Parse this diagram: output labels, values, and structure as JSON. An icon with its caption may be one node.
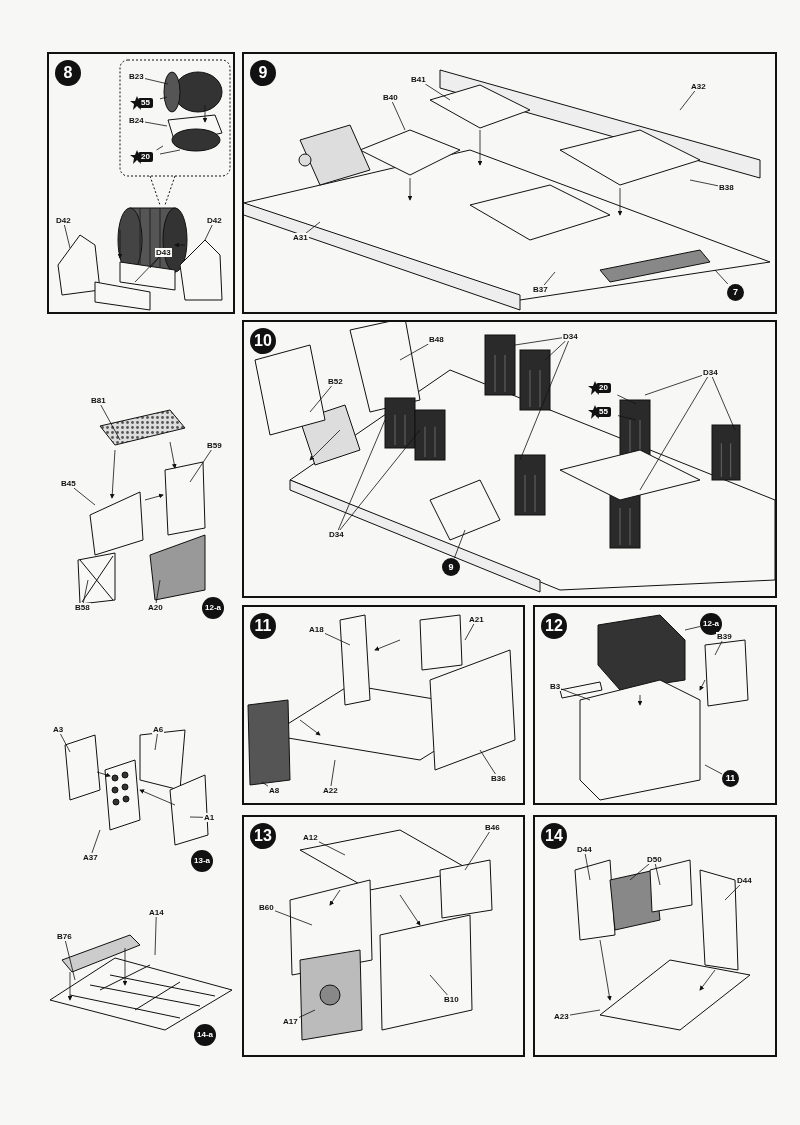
{
  "diagram": {
    "nodes": [
      {
        "text": [
          "8"
        ]
      },
      {
        "text": [
          "B23"
        ],
        "in": 0
      },
      {
        "text": [
          "55"
        ],
        "in": 0
      },
      {
        "text": [
          "B24"
        ],
        "in": 0
      },
      {
        "text": [
          "20"
        ],
        "in": 0
      },
      {
        "text": [
          "D42"
        ],
        "in": 0
      },
      {
        "text": [
          "D43"
        ],
        "in": 0
      },
      {
        "text": [
          "D42"
        ],
        "in": 0
      },
      {
        "text": [
          "9"
        ]
      },
      {
        "text": [
          "B41"
        ],
        "in": 8
      },
      {
        "text": [
          "B40"
        ],
        "in": 8
      },
      {
        "text": [
          "A32"
        ],
        "in": 8
      },
      {
        "text": [
          "A31"
        ],
        "in": 8
      },
      {
        "text": [
          "B38"
        ],
        "in": 8
      },
      {
        "text": [
          "B37"
        ],
        "in": 8
      },
      {
        "text": [
          "7"
        ],
        "in": 8
      },
      {
        "text": [
          "10"
        ]
      },
      {
        "text": [
          "B48"
        ],
        "in": 16
      },
      {
        "text": [
          "B52"
        ],
        "in": 16
      },
      {
        "text": [
          "D34"
        ],
        "in": 16
      },
      {
        "text": [
          "20"
        ],
        "in": 16
      },
      {
        "text": [
          "55"
        ],
        "in": 16
      },
      {
        "text": [
          "D34"
        ],
        "in": 16
      },
      {
        "text": [
          "D34"
        ],
        "in": 16
      },
      {
        "text": [
          "9"
        ],
        "in": 16
      },
      {
        "text": [
          "B81"
        ]
      },
      {
        "text": [
          "B59"
        ]
      },
      {
        "text": [
          "B45"
        ]
      },
      {
        "text": [
          "B58"
        ]
      },
      {
        "text": [
          "A20"
        ]
      },
      {
        "text": [
          "11"
        ]
      },
      {
        "text": [
          "A18"
        ],
        "in": 30
      },
      {
        "text": [
          "A21"
        ],
        "in": 30
      },
      {
        "text": [
          "A8"
        ],
        "in": 30
      },
      {
        "text": [
          "A22"
        ],
        "in": 30
      },
      {
        "text": [
          "B36"
        ],
        "in": 30
      },
      {
        "text": [
          "12"
        ]
      },
      {
        "text": [
          "12-a"
        ],
        "in": 36
      },
      {
        "text": [
          "B39"
        ],
        "in": 36
      },
      {
        "text": [
          "B3"
        ],
        "in": 36
      },
      {
        "text": [
          "11"
        ],
        "in": 36
      },
      {
        "text": [
          "A3"
        ]
      },
      {
        "text": [
          "A6"
        ]
      },
      {
        "text": [
          "A37"
        ]
      },
      {
        "text": [
          "A1"
        ]
      },
      {
        "text": [
          "13"
        ]
      },
      {
        "text": [
          "A12"
        ],
        "in": 45
      },
      {
        "text": [
          "B46"
        ],
        "in": 45
      },
      {
        "text": [
          "B60"
        ],
        "in": 45
      },
      {
        "text": [
          "B10"
        ],
        "in": 45
      },
      {
        "text": [
          "A17"
        ],
        "in": 45
      },
      {
        "text": [
          "B76"
        ]
      },
      {
        "text": [
          "A14"
        ]
      },
      {
        "text": [
          "14"
        ]
      },
      {
        "text": [
          "D44"
        ],
        "in": 53
      },
      {
        "text": [
          "D50"
        ],
        "in": 53
      },
      {
        "text": [
          "D44"
        ],
        "in": 53
      },
      {
        "text": [
          "A23"
        ],
        "in": 53
      },
      {
        "text": [
          "12-a"
        ]
      },
      {
        "text": [
          "13-a"
        ]
      },
      {
        "text": [
          "14-a"
        ]
      }
    ],
    "edges": [
      {
        "from": 1,
        "to": null,
        "arrow": "none"
      },
      {
        "from": 2,
        "to": null,
        "arrow": "none"
      },
      {
        "from": 3,
        "to": null,
        "arrow": "none"
      },
      {
        "from": 4,
        "to": null,
        "arrow": "none"
      },
      {
        "from": 4,
        "to": null,
        "arrow": "none"
      },
      {
        "from": 5,
        "to": null,
        "arrow": "none"
      },
      {
        "from": 6,
        "to": null,
        "arrow": "none"
      },
      {
        "from": 6,
        "to": null,
        "arrow": "none"
      },
      {
        "from": 7,
        "to": null,
        "arrow": "none"
      },
      {
        "from": 9,
        "to": null,
        "arrow": "none"
      },
      {
        "from": 10,
        "to": null,
        "arrow": "none"
      },
      {
        "from": 11,
        "to": null,
        "arrow": "none"
      },
      {
        "from": 12,
        "to": null,
        "arrow": "none"
      },
      {
        "from": 13,
        "to": null,
        "arrow": "none"
      },
      {
        "from": 14,
        "to": null,
        "arrow": "none"
      },
      {
        "from": 15,
        "to": null,
        "arrow": "none"
      },
      {
        "from": 17,
        "to": null,
        "arrow": "none"
      },
      {
        "from": 18,
        "to": null,
        "arrow": "none"
      },
      {
        "from": 19,
        "to": null,
        "arrow": "none"
      },
      {
        "from": 19,
        "to": null,
        "arrow": "none"
      },
      {
        "from": 19,
        "to": null,
        "arrow": "none"
      },
      {
        "from": 20,
        "to": null,
        "arrow": "none"
      },
      {
        "from": 21,
        "to": null,
        "arrow": "none"
      },
      {
        "from": 22,
        "to": null,
        "arrow": "none"
      },
      {
        "from": 22,
        "to": null,
        "arrow": "none"
      },
      {
        "from": 22,
        "to": null,
        "arrow": "none"
      },
      {
        "from": 23,
        "to": null,
        "arrow": "none"
      },
      {
        "from": 23,
        "to": null,
        "arrow": "none"
      },
      {
        "from": 24,
        "to": null,
        "arrow": "none"
      },
      {
        "from": 25,
        "to": null,
        "arrow": "none"
      },
      {
        "from": 26,
        "to": null,
        "arrow": "none"
      },
      {
        "from": 27,
        "to": null,
        "arrow": "none"
      },
      {
        "from": 28,
        "to": null,
        "arrow": "none"
      },
      {
        "from": 29,
        "to": null,
        "arrow": "none"
      },
      {
        "from": 31,
        "to": null,
        "arrow": "none"
      },
      {
        "from": 32,
        "to": null,
        "arrow": "none"
      },
      {
        "from": 33,
        "to": null,
        "arrow": "none"
      },
      {
        "from": 34,
        "to": null,
        "arrow": "none"
      },
      {
        "from": 35,
        "to": null,
        "arrow": "none"
      },
      {
        "from": 37,
        "to": null,
        "arrow": "none"
      },
      {
        "from": 38,
        "to": null,
        "arrow": "none"
      },
      {
        "from": 39,
        "to": null,
        "arrow": "none"
      },
      {
        "from": 40,
        "to": null,
        "arrow": "none"
      },
      {
        "from": 41,
        "to": null,
        "arrow": "none"
      },
      {
        "from": 42,
        "to": null,
        "arrow": "none"
      },
      {
        "from": 43,
        "to": null,
        "arrow": "none"
      },
      {
        "from": 44,
        "to": null,
        "arrow": "none"
      },
      {
        "from": 46,
        "to": null,
        "arrow": "none"
      },
      {
        "from": 47,
        "to": null,
        "arrow": "none"
      },
      {
        "from": 48,
        "to": null,
        "arrow": "none"
      },
      {
        "from": 49,
        "to": null,
        "arrow": "none"
      },
      {
        "from": 50,
        "to": null,
        "arrow": "none"
      },
      {
        "from": 51,
        "to": null,
        "arrow": "none"
      },
      {
        "from": 52,
        "to": null,
        "arrow": "none"
      },
      {
        "from": 54,
        "to": null,
        "arrow": "none"
      },
      {
        "from": 55,
        "to": null,
        "arrow": "none"
      },
      {
        "from": 55,
        "to": null,
        "arrow": "none"
      },
      {
        "from": 56,
        "to": null,
        "arrow": "none"
      },
      {
        "from": 57,
        "to": null,
        "arrow": "none"
      }
    ]
  }
}
